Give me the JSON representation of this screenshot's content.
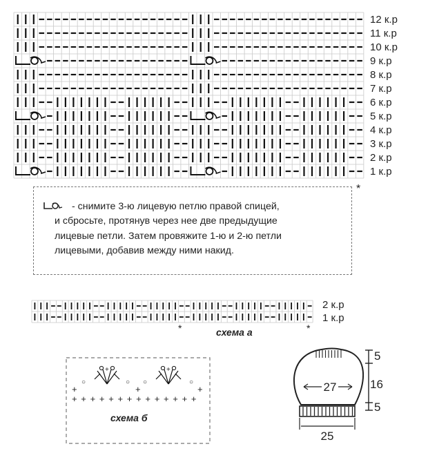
{
  "main_chart": {
    "row_labels": [
      "12 к.р",
      "11 к.р",
      "10 к.р",
      "9 к.р",
      "8 к.р",
      "7 к.р",
      "6 к.р",
      "5 к.р",
      "4 к.р",
      "3 к.р",
      "2 к.р",
      "1 к.р"
    ],
    "asterisk": "*"
  },
  "legend": {
    "lines": [
      "- снимите 3-ю лицевую петлю  правой спицей,",
      "и сбросьте, протянув через нее две предыдущие",
      "лицевые петли. Затем провяжите 1-ю и 2-ю петли",
      "лицевыми, добавив между ними накид."
    ]
  },
  "scheme_a": {
    "title": "схема а",
    "row_labels": [
      "2 к.р",
      "1 к.р"
    ],
    "asterisk_left": "*",
    "asterisk_right": "*"
  },
  "scheme_b": {
    "title": "схема б",
    "plus_sign": "+",
    "chain_sign": "○"
  },
  "hat": {
    "width_inner": "27",
    "width_bottom": "25",
    "height_top": "5",
    "height_middle": "16",
    "height_bottom": "5"
  }
}
